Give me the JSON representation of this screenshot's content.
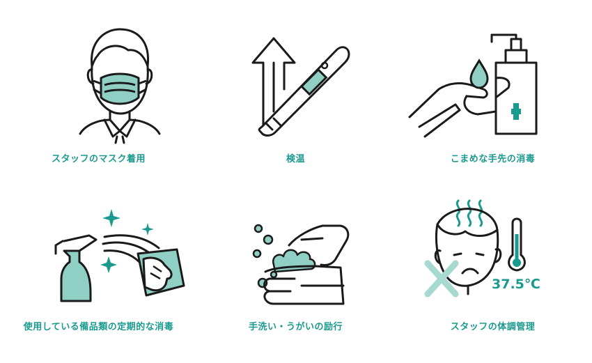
{
  "colors": {
    "accent": "#1a9a8e",
    "fill": "#8fcfc4",
    "line": "#1a1a1a",
    "cross": "#a8d9d1"
  },
  "items": [
    {
      "label": "スタッフのマスク着用",
      "icon": "masked-staff-icon"
    },
    {
      "label": "検温",
      "icon": "thermometer-icon"
    },
    {
      "label": "こまめな手先の消毒",
      "icon": "hand-sanitizer-icon"
    },
    {
      "label": "使用している備品類の定期的な消毒",
      "icon": "spray-wipe-icon"
    },
    {
      "label": "手洗い・うがいの励行",
      "icon": "handwashing-icon"
    },
    {
      "label": "スタッフの体調管理",
      "icon": "health-check-icon"
    }
  ],
  "temperature_reading": "37.5℃"
}
